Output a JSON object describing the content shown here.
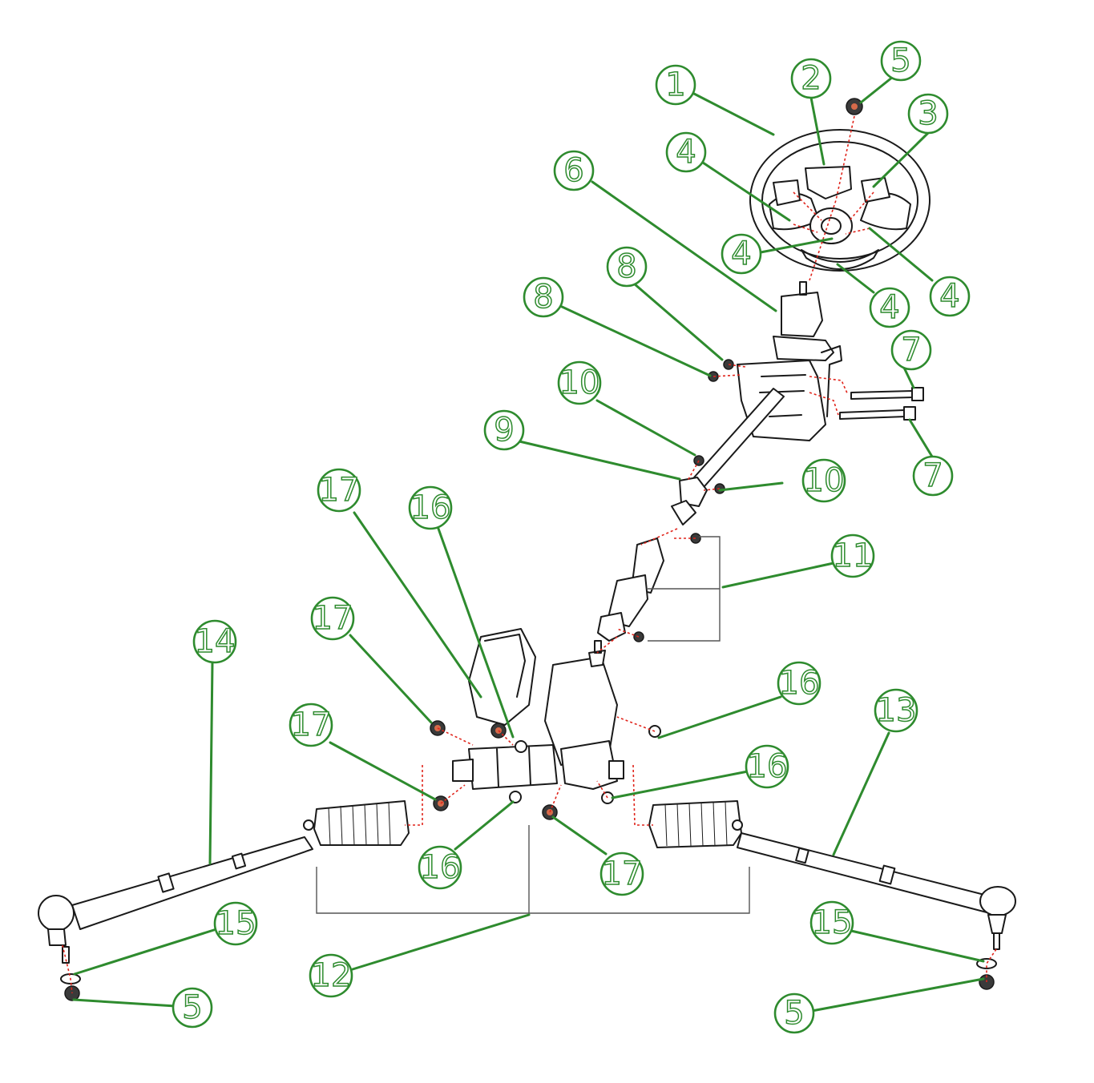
{
  "callouts": [
    {
      "id": "1",
      "label": "1"
    },
    {
      "id": "2",
      "label": "2"
    },
    {
      "id": "3",
      "label": "3"
    },
    {
      "id": "4a",
      "label": "4"
    },
    {
      "id": "4b",
      "label": "4"
    },
    {
      "id": "4c",
      "label": "4"
    },
    {
      "id": "4d",
      "label": "4"
    },
    {
      "id": "5a",
      "label": "5"
    },
    {
      "id": "5b",
      "label": "5"
    },
    {
      "id": "5c",
      "label": "5"
    },
    {
      "id": "6",
      "label": "6"
    },
    {
      "id": "7a",
      "label": "7"
    },
    {
      "id": "7b",
      "label": "7"
    },
    {
      "id": "8a",
      "label": "8"
    },
    {
      "id": "8b",
      "label": "8"
    },
    {
      "id": "9",
      "label": "9"
    },
    {
      "id": "10a",
      "label": "10"
    },
    {
      "id": "10b",
      "label": "10"
    },
    {
      "id": "11",
      "label": "11"
    },
    {
      "id": "12",
      "label": "12"
    },
    {
      "id": "13",
      "label": "13"
    },
    {
      "id": "14",
      "label": "14"
    },
    {
      "id": "15a",
      "label": "15"
    },
    {
      "id": "15b",
      "label": "15"
    },
    {
      "id": "16a",
      "label": "16"
    },
    {
      "id": "16b",
      "label": "16"
    },
    {
      "id": "16c",
      "label": "16"
    },
    {
      "id": "16d",
      "label": "16"
    },
    {
      "id": "17a",
      "label": "17"
    },
    {
      "id": "17b",
      "label": "17"
    },
    {
      "id": "17c",
      "label": "17"
    },
    {
      "id": "17d",
      "label": "17"
    }
  ],
  "colors": {
    "callout": "#2e8b2e",
    "assembly_path": "#e0241b",
    "line_art": "#1a1a1a"
  }
}
